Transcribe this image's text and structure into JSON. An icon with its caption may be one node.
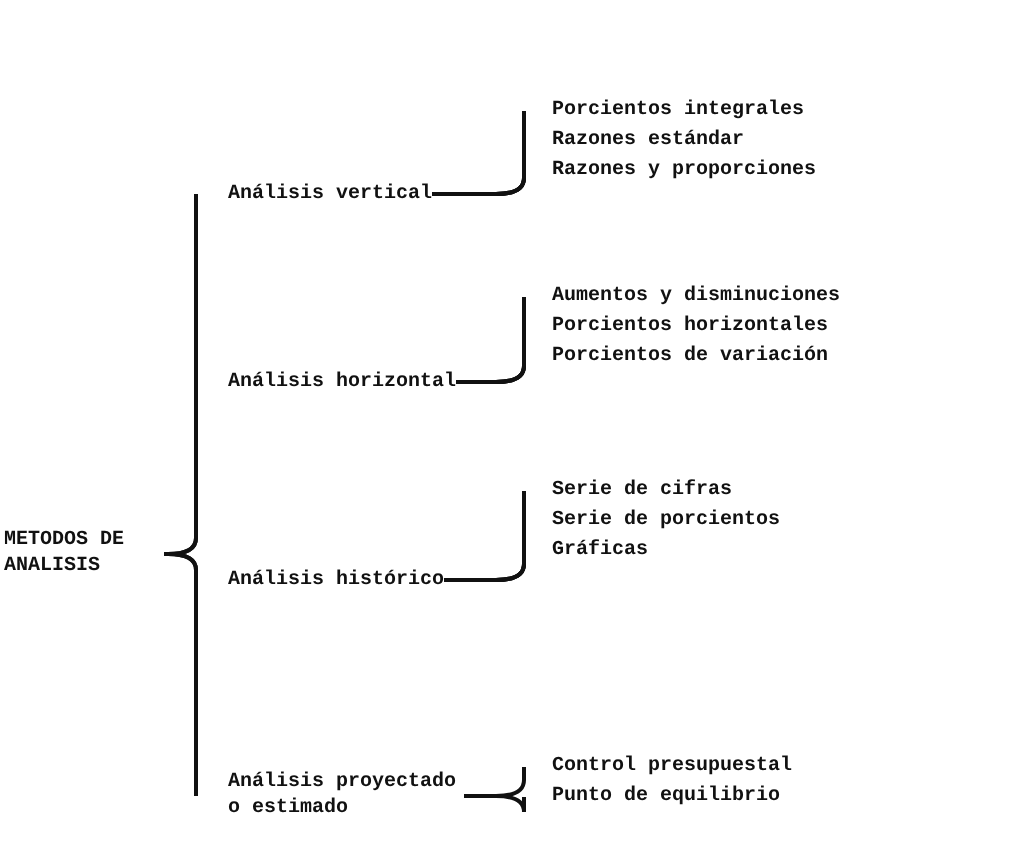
{
  "diagram": {
    "nodes": [
      {
        "text": [
          "METODOS DE ANALISIS"
        ]
      },
      {
        "text": [
          "Análisis vertical"
        ]
      },
      {
        "text": [
          "Porcientos integrales"
        ]
      },
      {
        "text": [
          "Razones estándar"
        ]
      },
      {
        "text": [
          "Razones y proporciones"
        ]
      },
      {
        "text": [
          "Análisis horizontal"
        ]
      },
      {
        "text": [
          "Aumentos y disminuciones"
        ]
      },
      {
        "text": [
          "Porcientos horizontales"
        ]
      },
      {
        "text": [
          "Porcientos de variación"
        ]
      },
      {
        "text": [
          "Análisis histórico"
        ]
      },
      {
        "text": [
          "Serie de cifras"
        ]
      },
      {
        "text": [
          "Serie de porcientos"
        ]
      },
      {
        "text": [
          "Gráficas"
        ]
      },
      {
        "text": [
          "Análisis proyectado o estimado"
        ]
      },
      {
        "text": [
          "Control presupuestal"
        ]
      },
      {
        "text": [
          "Punto de equilibrio"
        ]
      }
    ],
    "edges": [
      {
        "from": 0,
        "to": 1,
        "arrow": "none"
      },
      {
        "from": 0,
        "to": 5,
        "arrow": "none"
      },
      {
        "from": 0,
        "to": 9,
        "arrow": "none"
      },
      {
        "from": 0,
        "to": 13,
        "arrow": "none"
      },
      {
        "from": 1,
        "to": 2,
        "arrow": "none"
      },
      {
        "from": 1,
        "to": 3,
        "arrow": "none"
      },
      {
        "from": 1,
        "to": 4,
        "arrow": "none"
      },
      {
        "from": 5,
        "to": 6,
        "arrow": "none"
      },
      {
        "from": 5,
        "to": 7,
        "arrow": "none"
      },
      {
        "from": 5,
        "to": 8,
        "arrow": "none"
      },
      {
        "from": 9,
        "to": 10,
        "arrow": "none"
      },
      {
        "from": 9,
        "to": 11,
        "arrow": "none"
      },
      {
        "from": 9,
        "to": 12,
        "arrow": "none"
      },
      {
        "from": 13,
        "to": 14,
        "arrow": "none"
      },
      {
        "from": 13,
        "to": 15,
        "arrow": "none"
      }
    ]
  }
}
